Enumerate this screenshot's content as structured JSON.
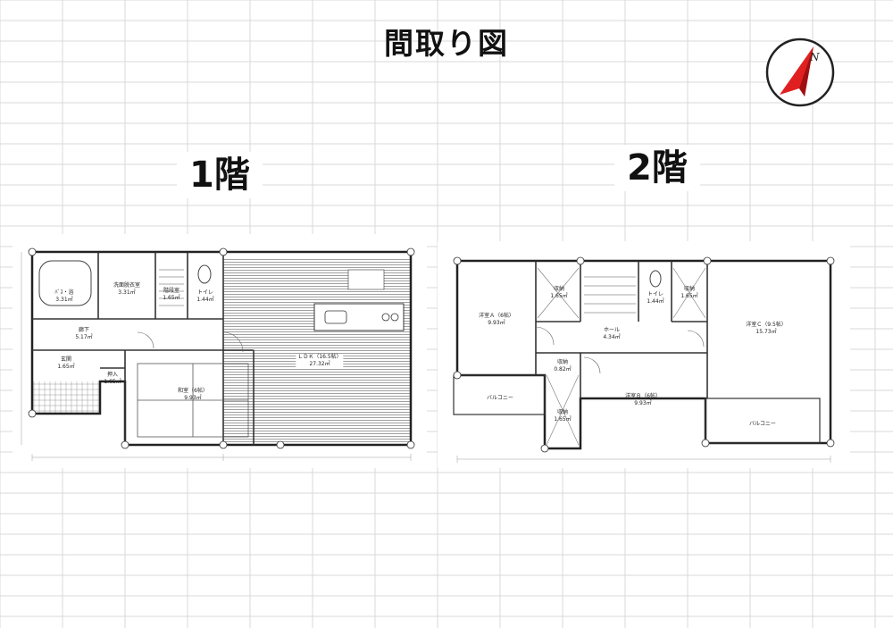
{
  "title": "間取り図",
  "compass": {
    "north_label": "N",
    "accent": "#e02020"
  },
  "floor1": {
    "label": "1階",
    "rooms": {
      "bath": {
        "name": "ﾊﾞｽ・浴",
        "area": "3.31㎡"
      },
      "wash": {
        "name": "洗面脱衣室",
        "area": "3.31㎡"
      },
      "storage": {
        "name": "階段室",
        "area": "1.65㎡"
      },
      "toilet": {
        "name": "トイレ",
        "area": "1.44㎡"
      },
      "hall": {
        "name": "廊下",
        "area": "5.17㎡"
      },
      "entry": {
        "name": "玄関",
        "area": "1.65㎡"
      },
      "closet": {
        "name": "押入",
        "area": "1.65㎡"
      },
      "washitsu": {
        "name": "和室（6帖）",
        "area": "9.93㎡"
      },
      "ldk": {
        "name": "ＬＤＫ（16.5帖）",
        "area": "27.32㎡"
      }
    }
  },
  "floor2": {
    "label": "2階",
    "rooms": {
      "rooma": {
        "name": "洋室Ａ（6帖）",
        "area": "9.93㎡"
      },
      "closeta": {
        "name": "収納",
        "area": "1.65㎡"
      },
      "hallroom": {
        "name": "ホール",
        "area": "4.34㎡"
      },
      "toilet2": {
        "name": "トイレ",
        "area": "1.44㎡"
      },
      "closetc": {
        "name": "収納",
        "area": "1.65㎡"
      },
      "roomc": {
        "name": "洋室Ｃ（9.5帖）",
        "area": "15.73㎡"
      },
      "closetb1": {
        "name": "収納",
        "area": "0.82㎡"
      },
      "closetb2": {
        "name": "収納",
        "area": "1.65㎡"
      },
      "roomb": {
        "name": "洋室Ｂ（6帖）",
        "area": "9.93㎡"
      },
      "balcony1": {
        "name": "バルコニー"
      },
      "balcony2": {
        "name": "バルコニー"
      }
    }
  }
}
